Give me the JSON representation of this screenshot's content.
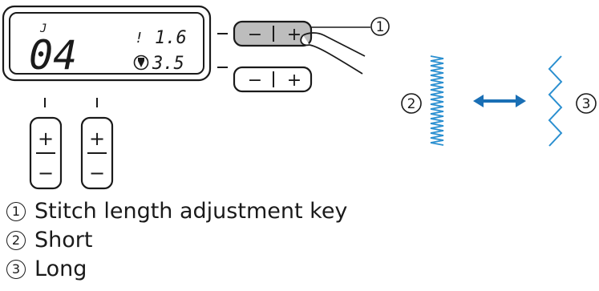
{
  "display": {
    "pattern_indicator": "J",
    "pattern_number": "04",
    "width_value": "1.6",
    "length_value": "3.5"
  },
  "keys": {
    "minus": "−",
    "plus": "+"
  },
  "callouts": {
    "one": "1",
    "two": "2",
    "three": "3"
  },
  "legend": [
    {
      "num": "1",
      "label": "Stitch length adjustment key"
    },
    {
      "num": "2",
      "label": "Short"
    },
    {
      "num": "3",
      "label": "Long"
    }
  ],
  "colors": {
    "stitch": "#2a8fd0",
    "arrow": "#1a6fb5",
    "pressed_key": "#bdbdbd",
    "outline": "#1a1a1a"
  }
}
